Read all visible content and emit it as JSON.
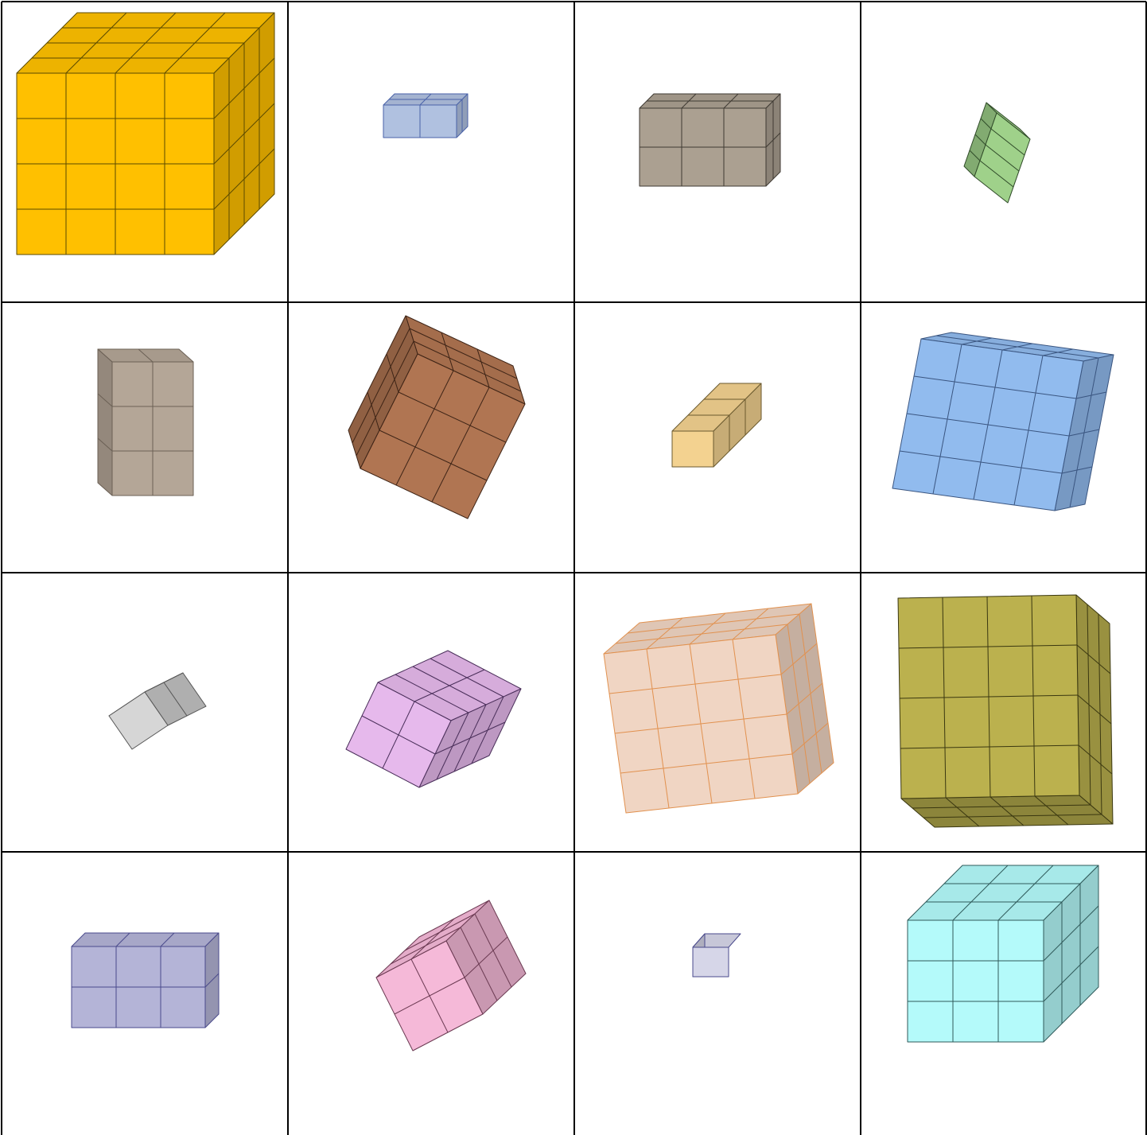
{
  "grid": {
    "rows": 4,
    "cols": 4,
    "border_color": "#000000"
  },
  "prisms": [
    {
      "id": "r1c1",
      "row": 1,
      "col": 1,
      "color": "#FFC000",
      "edge": "#5a4a00",
      "width_units": 4,
      "height_units": 4,
      "depth_units": 4
    },
    {
      "id": "r1c2",
      "row": 1,
      "col": 2,
      "color": "#B0C1E0",
      "edge": "#4a62a8",
      "width_units": 2,
      "height_units": 1,
      "depth_units": 2
    },
    {
      "id": "r1c3",
      "row": 1,
      "col": 3,
      "color": "#ABA091",
      "edge": "#3f3a33",
      "width_units": 3,
      "height_units": 2,
      "depth_units": 2
    },
    {
      "id": "r1c4",
      "row": 1,
      "col": 4,
      "color": "#9FD18A",
      "edge": "#2f4a28",
      "width_units": 1,
      "height_units": 4,
      "depth_units": 1
    },
    {
      "id": "r2c1",
      "row": 2,
      "col": 1,
      "color": "#B4A697",
      "edge": "#6b6055",
      "width_units": 2,
      "height_units": 3,
      "depth_units": 1
    },
    {
      "id": "r2c2",
      "row": 2,
      "col": 2,
      "color": "#B07552",
      "edge": "#3e2416",
      "width_units": 3,
      "height_units": 3,
      "depth_units": 3
    },
    {
      "id": "r2c3",
      "row": 2,
      "col": 3,
      "color": "#F3D290",
      "edge": "#6b5a2f",
      "width_units": 1,
      "height_units": 1,
      "depth_units": 3
    },
    {
      "id": "r2c4",
      "row": 2,
      "col": 4,
      "color": "#91BBEE",
      "edge": "#3a5580",
      "width_units": 4,
      "height_units": 4,
      "depth_units": 2
    },
    {
      "id": "r3c1",
      "row": 3,
      "col": 1,
      "color": "#D6D6D6",
      "edge": "#555555",
      "width_units": 1,
      "height_units": 1,
      "depth_units": 2
    },
    {
      "id": "r3c2",
      "row": 3,
      "col": 2,
      "color": "#E6B9EC",
      "edge": "#4a2f5a",
      "width_units": 2,
      "height_units": 2,
      "depth_units": 4
    },
    {
      "id": "r3c3",
      "row": 3,
      "col": 3,
      "color": "#F0D5C3",
      "edge": "#E1914F",
      "width_units": 4,
      "height_units": 4,
      "depth_units": 3
    },
    {
      "id": "r3c4",
      "row": 3,
      "col": 4,
      "color": "#BBB14E",
      "edge": "#3a3710",
      "width_units": 4,
      "height_units": 4,
      "depth_units": 3
    },
    {
      "id": "r4c1",
      "row": 4,
      "col": 1,
      "color": "#B4B4D7",
      "edge": "#4a4a8c",
      "width_units": 3,
      "height_units": 2,
      "depth_units": 1
    },
    {
      "id": "r4c2",
      "row": 4,
      "col": 2,
      "color": "#F5B9D8",
      "edge": "#6b3a52",
      "width_units": 2,
      "height_units": 2,
      "depth_units": 3
    },
    {
      "id": "r4c3",
      "row": 4,
      "col": 3,
      "color": "#D6D6E8",
      "edge": "#4a4a8c",
      "width_units": 1,
      "height_units": 1,
      "depth_units": 1
    },
    {
      "id": "r4c4",
      "row": 4,
      "col": 4,
      "color": "#B4FAFA",
      "edge": "#2f5a5a",
      "width_units": 3,
      "height_units": 3,
      "depth_units": 3
    }
  ]
}
